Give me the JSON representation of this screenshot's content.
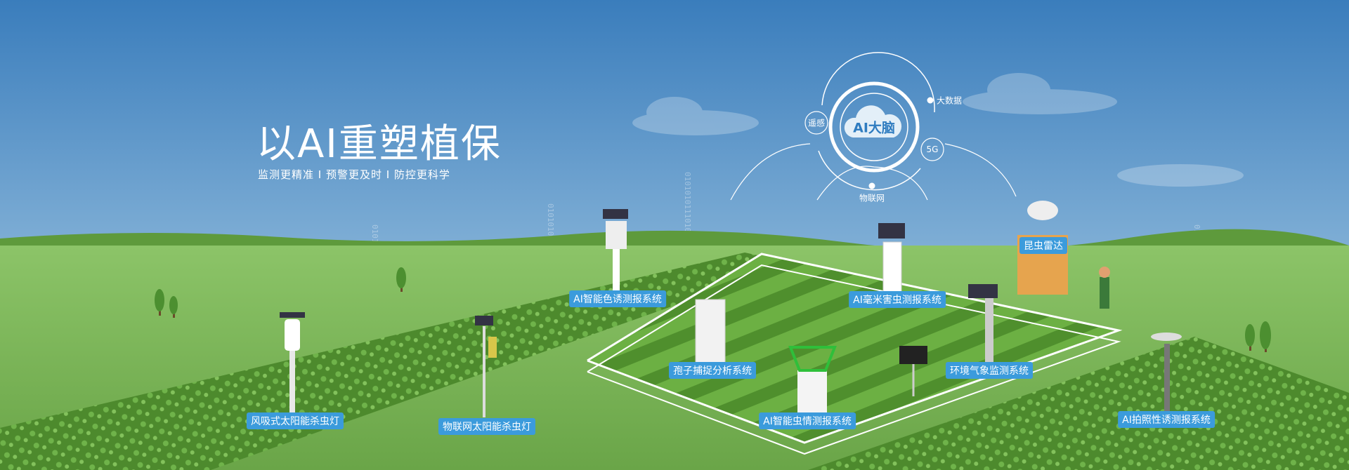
{
  "hero": {
    "title": "以AI重塑植保",
    "subtitle": "监测更精准 I 预警更及时 I 防控更科学"
  },
  "hub": {
    "center": "AI大脑",
    "nodes": [
      "遥感",
      "大数据",
      "5G",
      "物联网"
    ]
  },
  "devices": [
    "风吸式太阳能杀虫灯",
    "物联网太阳能杀虫灯",
    "AI智能色诱测报系统",
    "孢子捕捉分析系统",
    "AI毫米害虫测报系统",
    "昆虫雷达",
    "环境气象监测系统",
    "AI智能虫情测报系统",
    "AI拍照性诱测报系统"
  ],
  "colors": {
    "sky_top": "#3a7dbc",
    "sky_bottom": "#b5d6ea",
    "grass": "#7fb85a",
    "field": "#5f9e3a",
    "label_bg": "#3b9bdc"
  }
}
